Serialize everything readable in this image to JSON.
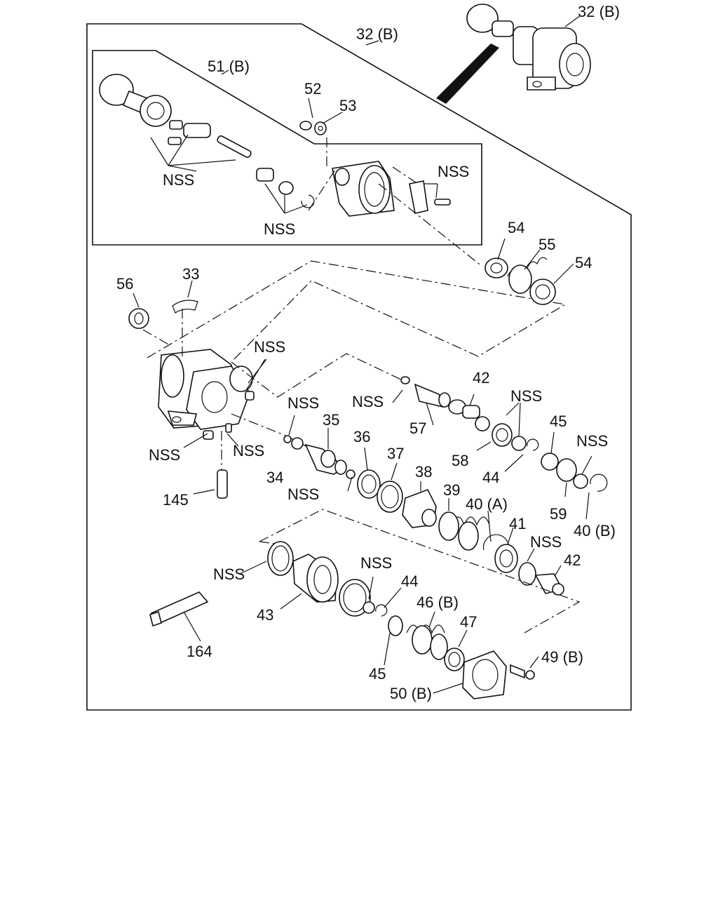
{
  "labels": {
    "l32b_top": "32 (B)",
    "l32b_mid": "32 (B)",
    "l51b": "51 (B)",
    "l52": "52",
    "l53": "53",
    "nss_sub1": "NSS",
    "nss_sub2": "NSS",
    "nss_sub3": "NSS",
    "l54a": "54",
    "l55": "55",
    "l54b": "54",
    "l56": "56",
    "l33": "33",
    "nss_a": "NSS",
    "nss_b": "NSS",
    "nss_c": "NSS",
    "nss_d": "NSS",
    "nss_e": "NSS",
    "nss_f": "NSS",
    "nss_g": "NSS",
    "nss_h": "NSS",
    "nss_i": "NSS",
    "nss_j": "NSS",
    "nss_k": "NSS",
    "l34": "34",
    "l35": "35",
    "l36": "36",
    "l37": "37",
    "l38": "38",
    "l39": "39",
    "l40a": "40 (A)",
    "l41": "41",
    "l42a": "42",
    "l42b": "42",
    "l43": "43",
    "l44a": "44",
    "l44b": "44",
    "l45a": "45",
    "l45b": "45",
    "l46b": "46 (B)",
    "l47": "47",
    "l49b": "49 (B)",
    "l50b": "50 (B)",
    "l57": "57",
    "l58": "58",
    "l59": "59",
    "l40b": "40 (B)",
    "l145": "145",
    "l164": "164"
  }
}
